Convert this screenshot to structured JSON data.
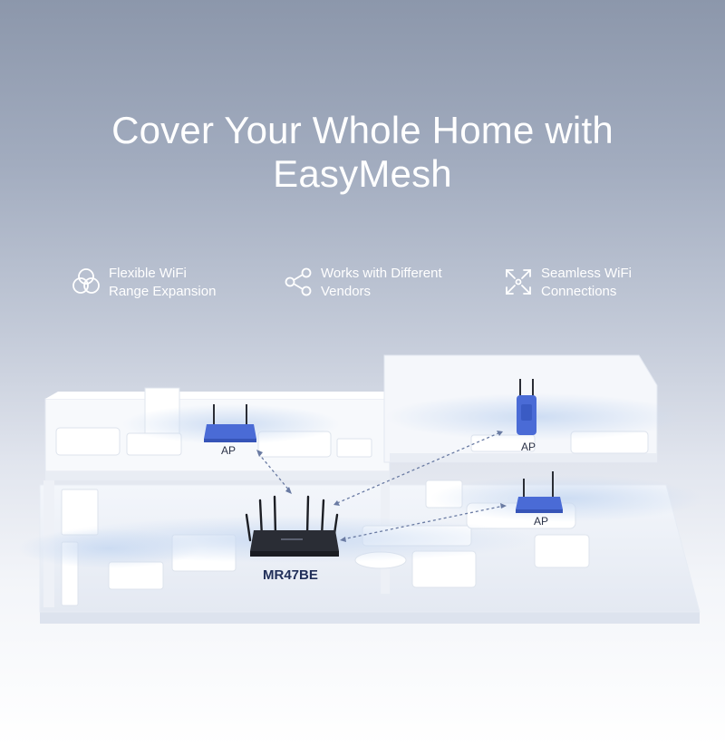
{
  "headline": {
    "line1": "Cover Your Whole Home with",
    "line2": "EasyMesh"
  },
  "features": [
    {
      "icon": "overlapping-circles-icon",
      "line1": "Flexible WiFi",
      "line2": "Range Expansion"
    },
    {
      "icon": "share-nodes-icon",
      "line1": "Works with Different",
      "line2": "Vendors"
    },
    {
      "icon": "expand-arrows-icon",
      "line1": "Seamless WiFi",
      "line2": "Connections"
    }
  ],
  "scene": {
    "ap_label": "AP",
    "main_router_label": "MR47BE"
  },
  "colors": {
    "accent_blue": "#4a6bd6",
    "router_dark": "#2a2d35",
    "text_white": "#ffffff",
    "label_dark": "#22305a"
  }
}
